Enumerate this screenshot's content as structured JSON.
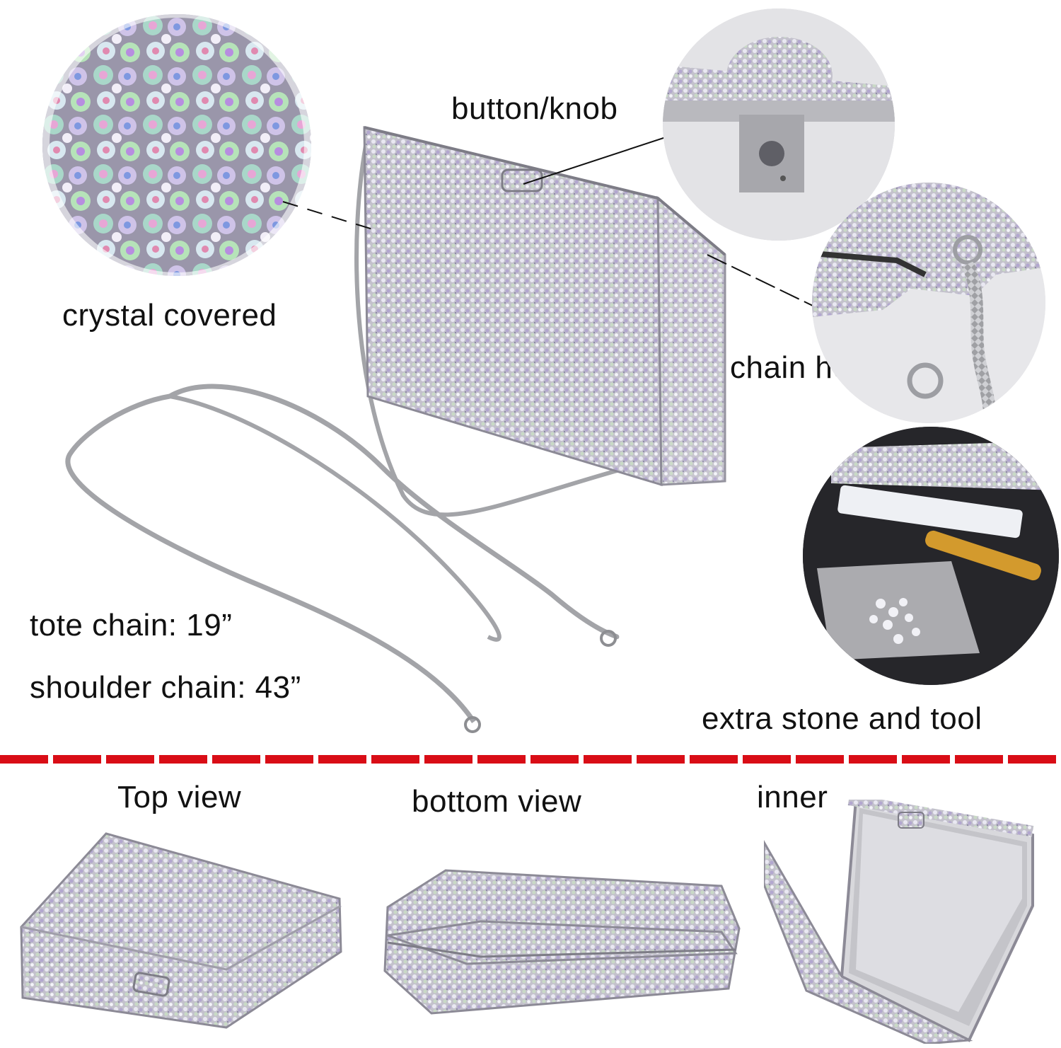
{
  "top_section": {
    "labels": {
      "crystal_covered": "crystal covered",
      "button_knob": "button/knob",
      "chain_hook": "chain hook",
      "tote_chain": "tote chain: 19”",
      "shoulder_chain": "shoulder chain: 43”",
      "extra_stone_tool": "extra stone and tool"
    }
  },
  "bottom_section": {
    "views": [
      {
        "label": "Top view"
      },
      {
        "label": "bottom view"
      },
      {
        "label": "inner"
      }
    ]
  },
  "colors": {
    "divider": "#d90d16",
    "text": "#111111",
    "crystal_base": "#b9b7c4",
    "metal": "#a8a8ac"
  }
}
